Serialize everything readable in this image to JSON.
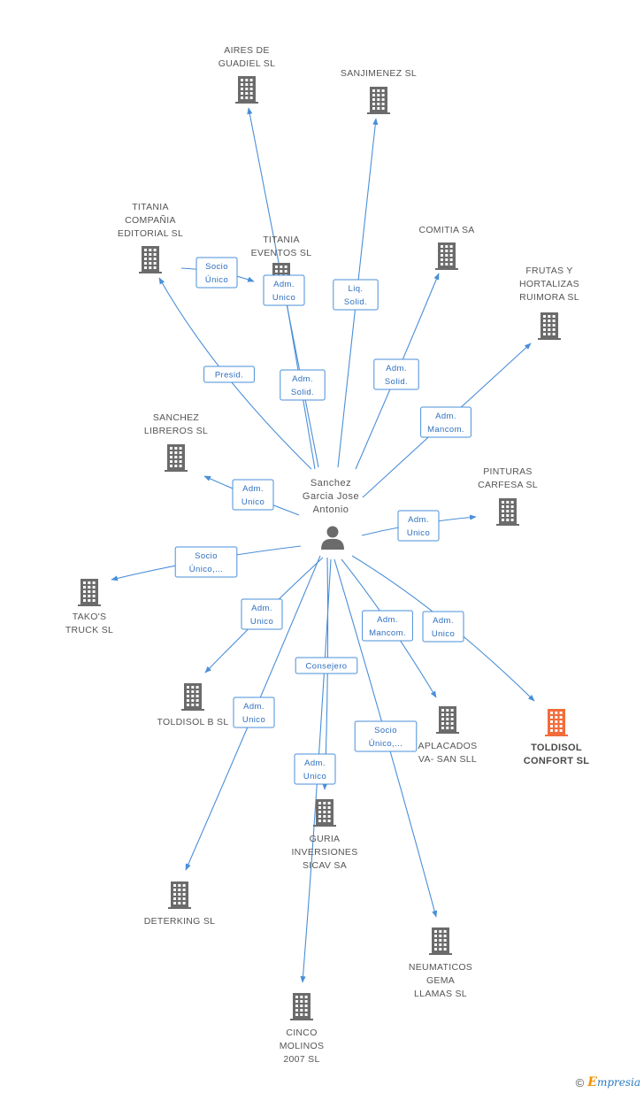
{
  "person": {
    "label_lines": [
      "Sanchez",
      "Garcia Jose",
      "Antonio"
    ]
  },
  "companies": [
    {
      "id": "aires",
      "lines": [
        "AIRES DE",
        "GUADIEL SL"
      ],
      "highlight": false
    },
    {
      "id": "sanjimenez",
      "lines": [
        "SANJIMENEZ SL"
      ],
      "highlight": false
    },
    {
      "id": "titania_comp",
      "lines": [
        "TITANIA",
        "COMPAÑIA",
        "EDITORIAL SL"
      ],
      "highlight": false
    },
    {
      "id": "titania_ev",
      "lines": [
        "TITANIA",
        "EVENTOS SL"
      ],
      "highlight": false
    },
    {
      "id": "comitia",
      "lines": [
        "COMITIA SA"
      ],
      "highlight": false
    },
    {
      "id": "frutas",
      "lines": [
        "FRUTAS Y",
        "HORTALIZAS",
        "RUIMORA SL"
      ],
      "highlight": false
    },
    {
      "id": "sanchez_lib",
      "lines": [
        "SANCHEZ",
        "LIBREROS SL"
      ],
      "highlight": false
    },
    {
      "id": "pinturas",
      "lines": [
        "PINTURAS",
        "CARFESA SL"
      ],
      "highlight": false
    },
    {
      "id": "takos",
      "lines": [
        "TAKO'S",
        "TRUCK  SL"
      ],
      "highlight": false
    },
    {
      "id": "toldisol_b",
      "lines": [
        "TOLDISOL B SL"
      ],
      "highlight": false
    },
    {
      "id": "aplacados",
      "lines": [
        "APLACADOS",
        "VA- SAN SLL"
      ],
      "highlight": false
    },
    {
      "id": "toldisol_c",
      "lines": [
        "TOLDISOL",
        "CONFORT SL"
      ],
      "highlight": true
    },
    {
      "id": "guria",
      "lines": [
        "GURIA",
        "INVERSIONES",
        "SICAV SA"
      ],
      "highlight": false
    },
    {
      "id": "deterking",
      "lines": [
        "DETERKING SL"
      ],
      "highlight": false
    },
    {
      "id": "neumaticos",
      "lines": [
        "NEUMATICOS",
        "GEMA",
        "LLAMAS SL"
      ],
      "highlight": false
    },
    {
      "id": "cinco",
      "lines": [
        "CINCO",
        "MOLINOS",
        "2007 SL"
      ],
      "highlight": false
    }
  ],
  "relations": [
    {
      "id": "r_titania_comp",
      "lines": [
        "Presid."
      ]
    },
    {
      "id": "r_titania_ev",
      "lines": [
        "Adm.",
        "Unico"
      ]
    },
    {
      "id": "r_socio_unico_top",
      "lines": [
        "Socio",
        "Único"
      ]
    },
    {
      "id": "r_aires",
      "lines": [
        "Adm.",
        "Solid."
      ]
    },
    {
      "id": "r_sanjimenez",
      "lines": [
        "Liq.",
        "Solid."
      ]
    },
    {
      "id": "r_comitia",
      "lines": [
        "Adm.",
        "Solid."
      ]
    },
    {
      "id": "r_frutas",
      "lines": [
        "Adm.",
        "Mancom."
      ]
    },
    {
      "id": "r_sanchez_lib",
      "lines": [
        "Adm.",
        "Unico"
      ]
    },
    {
      "id": "r_pinturas",
      "lines": [
        "Adm.",
        "Unico"
      ]
    },
    {
      "id": "r_takos",
      "lines": [
        "Socio",
        "Único,..."
      ]
    },
    {
      "id": "r_toldisol_b",
      "lines": [
        "Adm.",
        "Unico"
      ]
    },
    {
      "id": "r_aplacados",
      "lines": [
        "Adm.",
        "Mancom."
      ]
    },
    {
      "id": "r_toldisol_c",
      "lines": [
        "Adm.",
        "Unico"
      ]
    },
    {
      "id": "r_guria_consejero",
      "lines": [
        "Consejero"
      ]
    },
    {
      "id": "r_deterking",
      "lines": [
        "Adm.",
        "Unico"
      ]
    },
    {
      "id": "r_guria",
      "lines": [
        "Adm.",
        "Unico"
      ]
    },
    {
      "id": "r_neumaticos",
      "lines": [
        "Socio",
        "Único,..."
      ]
    }
  ],
  "colors": {
    "edge": "#4a8fd8",
    "building": "#6b6b6b",
    "building_highlight": "#f26c3b",
    "person": "#6b6b6b"
  },
  "footer": {
    "copyright": "©",
    "brand_first": "E",
    "brand_rest": "mpresia"
  }
}
